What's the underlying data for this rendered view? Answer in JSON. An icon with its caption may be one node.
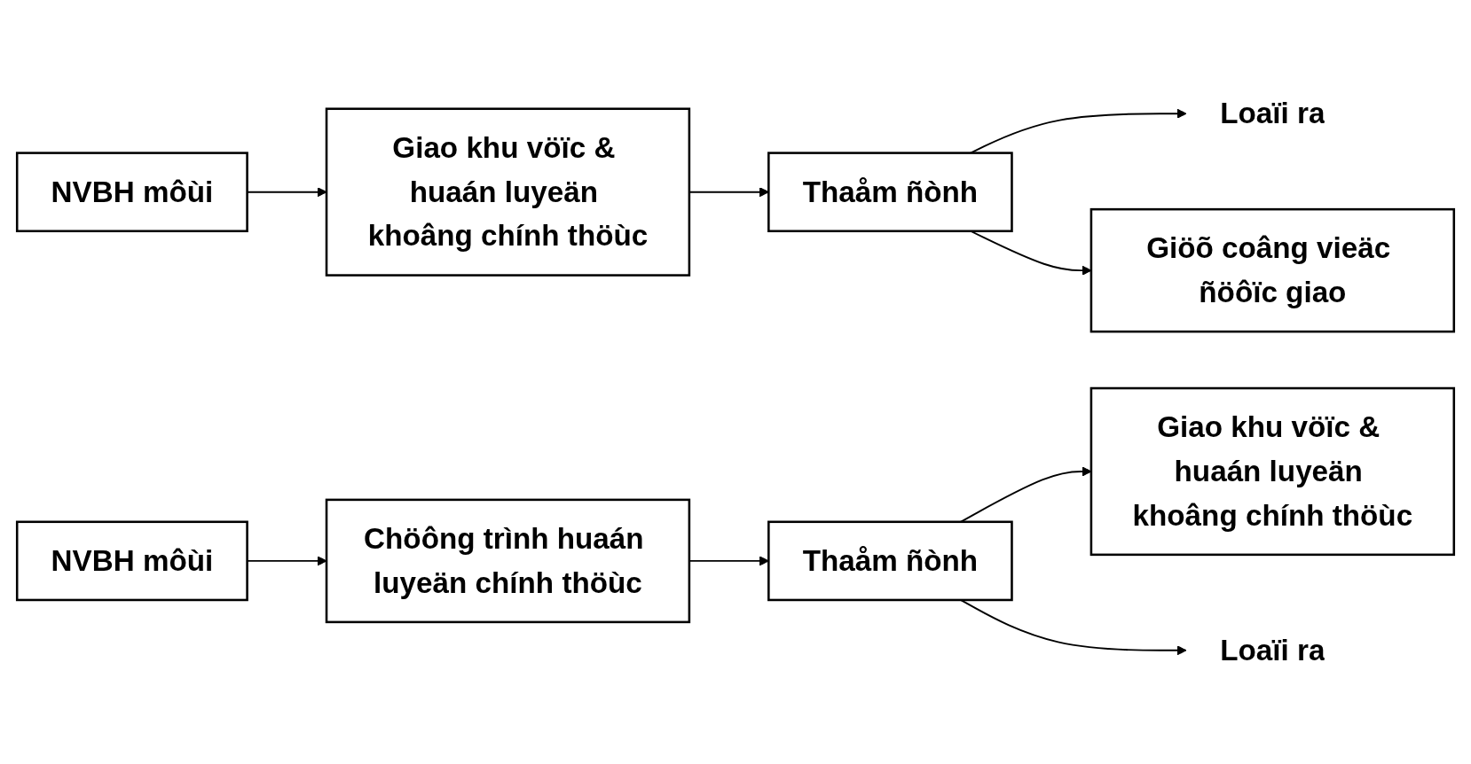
{
  "diagram": {
    "nodes": [
      {
        "text": [
          "NVBH môùi"
        ]
      },
      {
        "text": [
          "Giao khu vöïc & huaán luyeän khoâng chính thöùc"
        ]
      },
      {
        "text": [
          "Loaïi ra"
        ]
      },
      {
        "text": [
          "Thaåm ñònh"
        ]
      },
      {
        "text": [
          "Giöõ coâng vieäc ñöôïc giao"
        ]
      },
      {
        "text": [
          "NVBH môùi"
        ]
      },
      {
        "text": [
          "Chöông trình huaán luyeän chính thöùc"
        ]
      },
      {
        "text": [
          "Thaåm ñònh"
        ]
      },
      {
        "text": [
          "Giao khu vöïc & huaán luyeän khoâng chính thöùc"
        ]
      },
      {
        "text": [
          "Loaïi ra"
        ]
      }
    ],
    "edges": [
      {
        "from": 0,
        "to": 1,
        "arrow": "to"
      },
      {
        "from": 1,
        "to": 3,
        "arrow": "to"
      },
      {
        "from": 3,
        "to": 2,
        "arrow": "to"
      },
      {
        "from": 3,
        "to": 4,
        "arrow": "to"
      },
      {
        "from": 5,
        "to": 6,
        "arrow": "to"
      },
      {
        "from": 6,
        "to": 7,
        "arrow": "to"
      },
      {
        "from": 7,
        "to": 8,
        "arrow": "to"
      },
      {
        "from": 7,
        "to": 9,
        "arrow": "to"
      }
    ]
  }
}
